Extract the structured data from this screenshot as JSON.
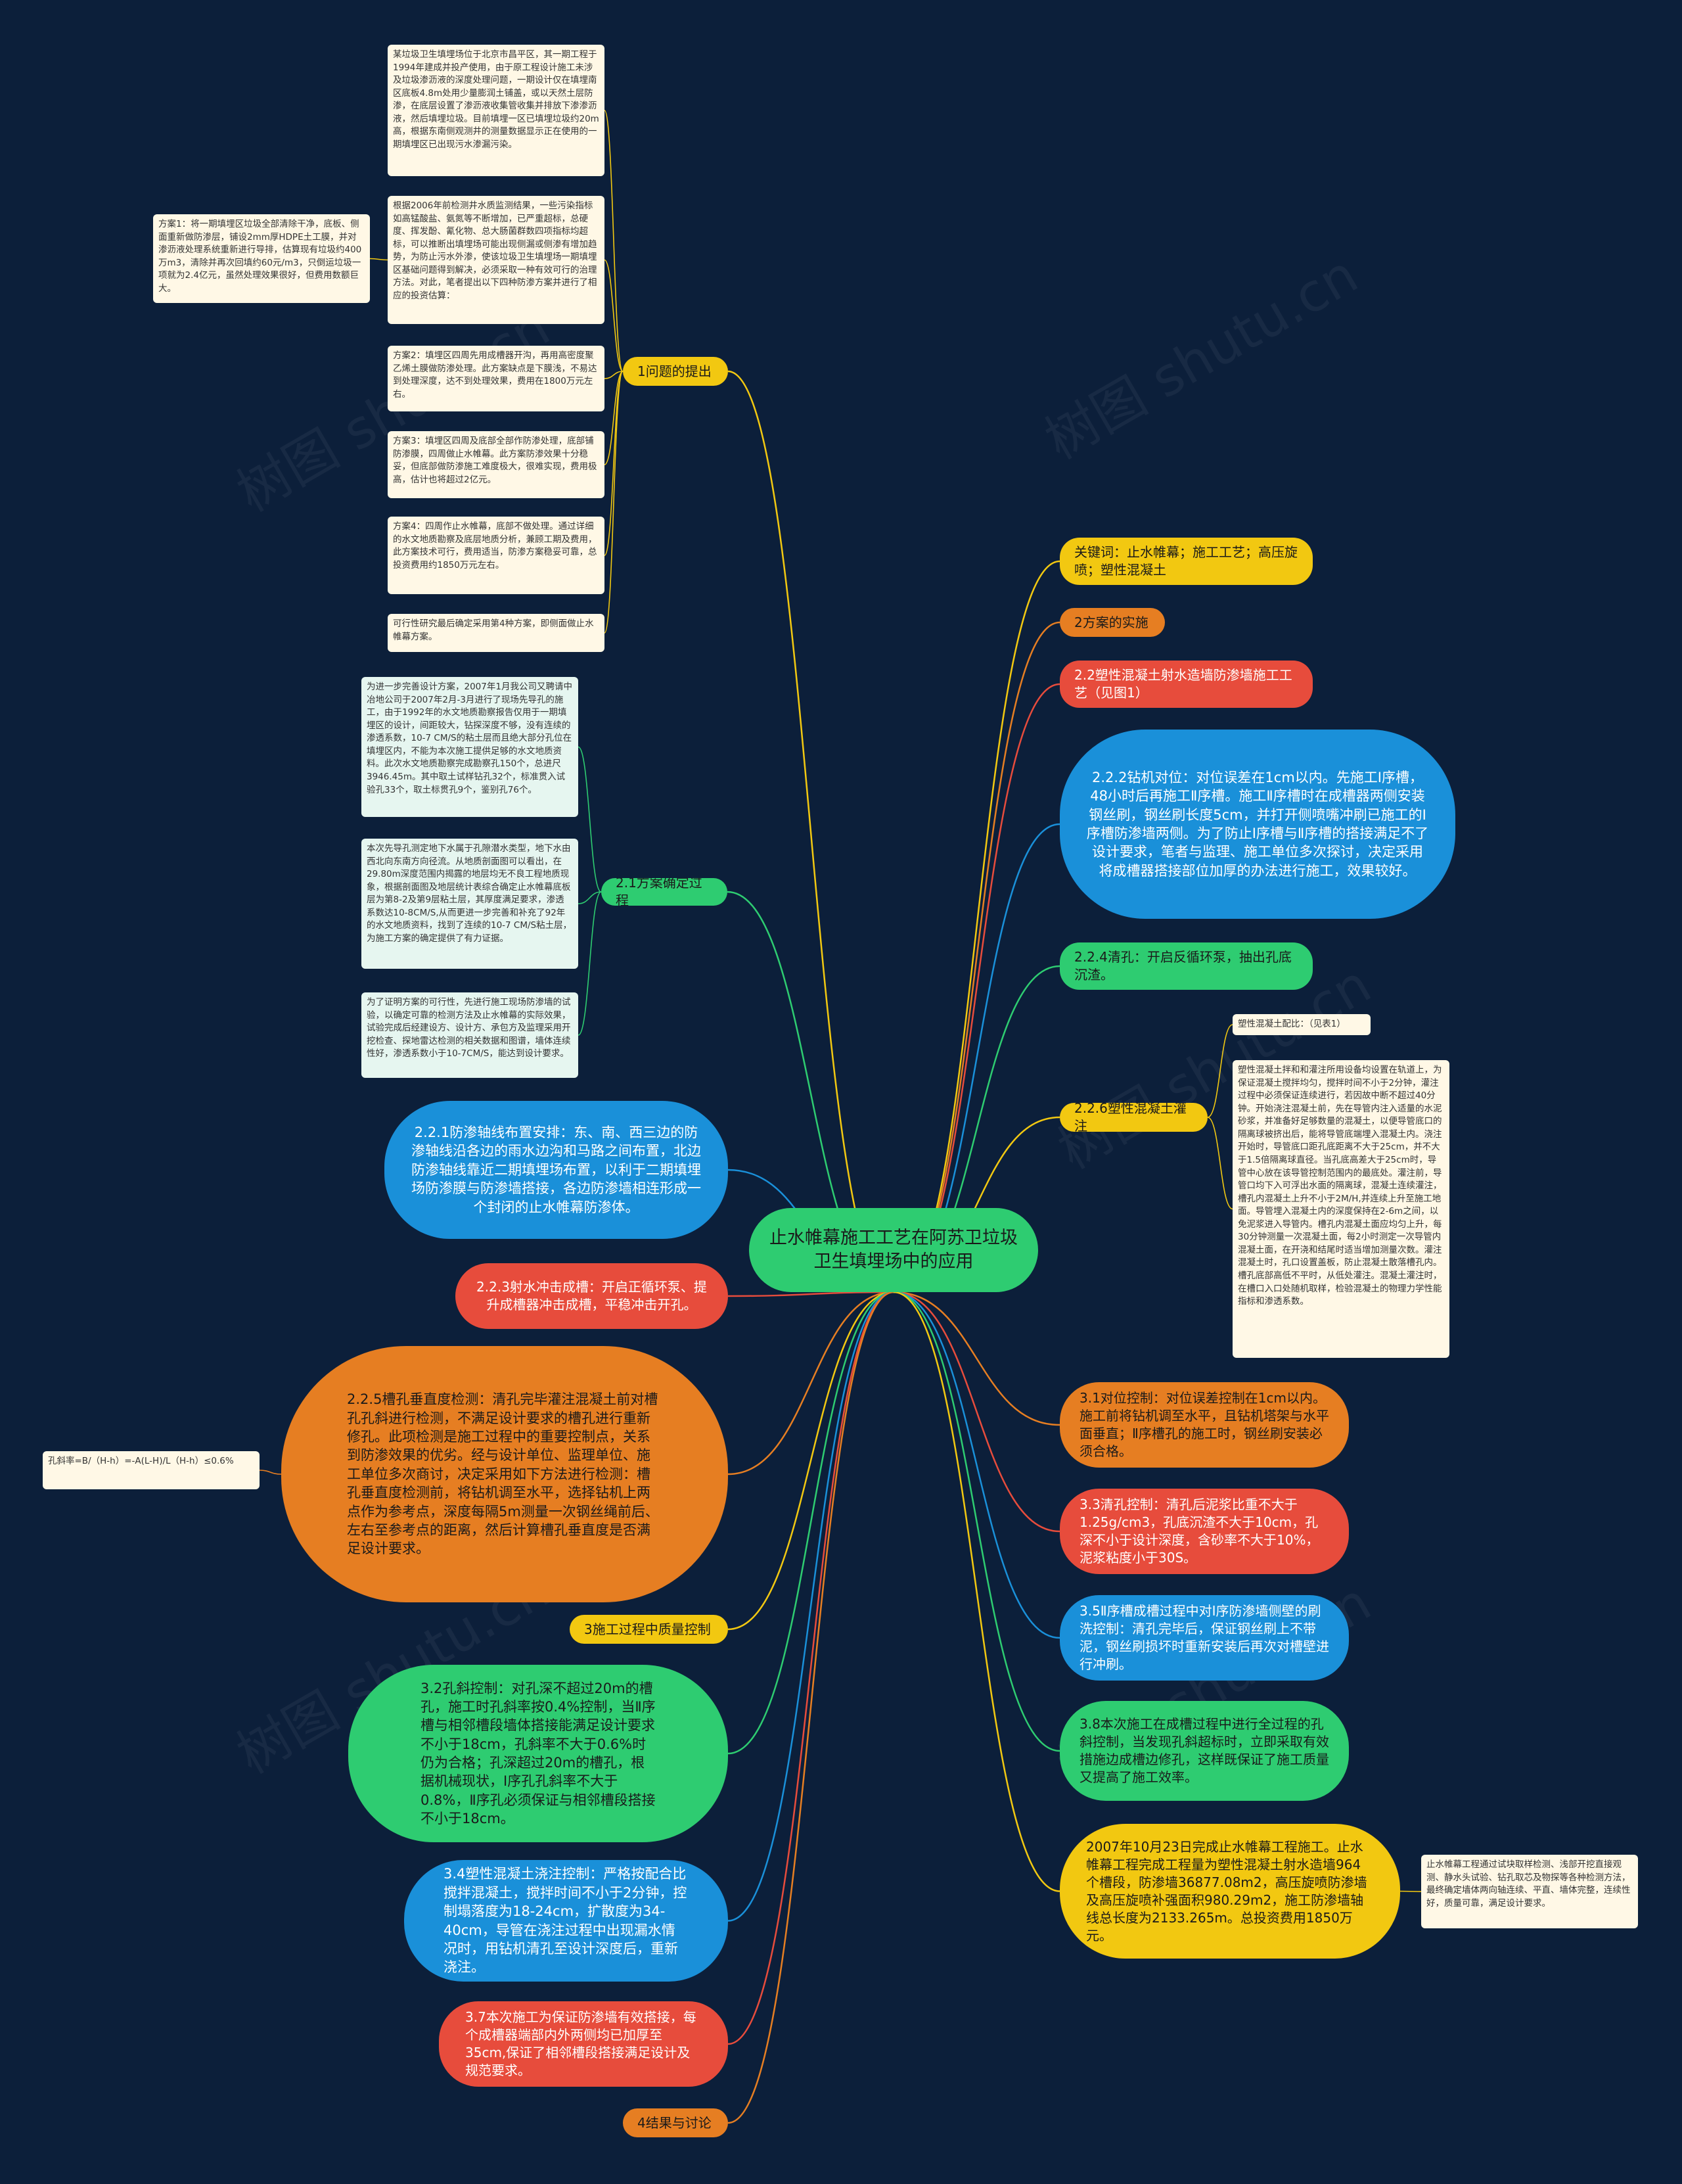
{
  "center": {
    "text": "止水帷幕施工工艺在阿苏卫垃圾卫生填埋场中的应用",
    "color": "#2ecc71"
  },
  "branches": {
    "b1": "1问题的提出",
    "b_kw": "关键词：止水帷幕；施工工艺；高压旋喷；塑性混凝土",
    "b2": "2方案的实施",
    "b22": "2.2塑性混凝土射水造墙防渗墙施工工艺（见图1）",
    "b222": "2.2.2钻机对位：对位误差在1cm以内。先施工Ⅰ序槽，48小时后再施工Ⅱ序槽。施工Ⅱ序槽时在成槽器两侧安装钢丝刷，钢丝刷长度5cm，并打开侧喷嘴冲刷已施工的Ⅰ序槽防渗墙两侧。为了防止Ⅰ序槽与Ⅱ序槽的搭接满足不了设计要求，笔者与监理、施工单位多次探讨，决定采用将成槽器搭接部位加厚的办法进行施工，效果较好。",
    "b224": "2.2.4清孔：开启反循环泵，抽出孔底沉渣。",
    "b226": "2.2.6塑性混凝土灌注",
    "b31": "3.1对位控制：对位误差控制在1cm以内。施工前将钻机调至水平，且钻机塔架与水平面垂直；Ⅱ序槽孔的施工时，钢丝刷安装必须合格。",
    "b33": "3.3清孔控制：清孔后泥浆比重不大于1.25g/cm3，孔底沉渣不大于10cm，孔深不小于设计深度，含砂率不大于10%，泥浆粘度小于30S。",
    "b35": "3.5Ⅱ序槽成槽过程中对Ⅰ序防渗墙侧壁的刷洗控制：清孔完毕后，保证钢丝刷上不带泥，钢丝刷损坏时重新安装后再次对槽壁进行冲刷。",
    "b38": "3.8本次施工在成槽过程中进行全过程的孔斜控制，当发现孔斜超标时，立即采取有效措施边成槽边修孔，这样既保证了施工质量又提高了施工效率。",
    "b_res": "2007年10月23日完成止水帷幕工程施工。止水帷幕工程完成工程量为塑性混凝土射水造墙964个槽段，防渗墙36877.08m2，高压旋喷防渗墙及高压旋喷补强面积980.29m2，施工防渗墙轴线总长度为2133.265m。总投资费用1850万元。",
    "b21": "2.1方案确定过程",
    "b221": "2.2.1防渗轴线布置安排：东、南、西三边的防渗轴线沿各边的雨水边沟和马路之间布置，北边防渗轴线靠近二期填埋场布置，以利于二期填埋场防渗膜与防渗墙搭接，各边防渗墙相连形成一个封闭的止水帷幕防渗体。",
    "b223": "2.2.3射水冲击成槽：开启正循环泵、提升成槽器冲击成槽，平稳冲击开孔。",
    "b225": "2.2.5槽孔垂直度检测：清孔完毕灌注混凝土前对槽孔孔斜进行检测，不满足设计要求的槽孔进行重新修孔。此项检测是施工过程中的重要控制点，关系到防渗效果的优劣。经与设计单位、监理单位、施工单位多次商讨，决定采用如下方法进行检测：槽孔垂直度检测前，将钻机调至水平，选择钻机上两点作为参考点，深度每隔5m测量一次钢丝绳前后、左右至参考点的距离，然后计算槽孔垂直度是否满足设计要求。",
    "b3": "3施工过程中质量控制",
    "b32": "3.2孔斜控制：对孔深不超过20m的槽孔，施工时孔斜率按0.4%控制，当Ⅱ序槽与相邻槽段墙体搭接能满足设计要求不小于18cm，孔斜率不大于0.6%时仍为合格；孔深超过20m的槽孔，根据机械现状，Ⅰ序孔孔斜率不大于0.8%，Ⅱ序孔必须保证与相邻槽段搭接不小于18cm。",
    "b34": "3.4塑性混凝土浇注控制：严格按配合比搅拌混凝土，搅拌时间不小于2分钟，控制塌落度为18-24cm，扩散度为34-40cm，导管在浇注过程中出现漏水情况时，用钻机清孔至设计深度后，重新浇注。",
    "b37": "3.7本次施工为保证防渗墙有效搭接，每个成槽器端部内外两侧均已加厚至35cm,保证了相邻槽段搭接满足设计及规范要求。",
    "b4": "4结果与讨论"
  },
  "notes": {
    "n1a": "某垃圾卫生填埋场位于北京市昌平区，其一期工程于1994年建成并投产使用，由于原工程设计施工未涉及垃圾渗沥液的深度处理问题，一期设计仅在填埋南区底板4.8m处用少量膨润土铺盖，或以天然土层防渗，在底层设置了渗沥液收集管收集并排放下渗渗沥液，然后填埋垃圾。目前填埋一区已填埋垃圾约20m高，根据东南侧观测井的测量数据显示正在使用的一期填埋区已出现污水渗漏污染。",
    "n1b": "根据2006年前检测井水质监测结果，一些污染指标如高锰酸盐、氨氮等不断增加，已严重超标，总硬度、挥发酚、氰化物、总大肠菌群数四项指标均超标，可以推断出填埋场可能出现侧漏或侧渗有增加趋势，为防止污水外渗，使该垃圾卫生填埋场一期填埋区基础问题得到解决，必须采取一种有效可行的治理方法。对此，笔者提出以下四种防渗方案并进行了相应的投资估算：",
    "n1c": "方案2：填埋区四周先用成槽器开沟，再用高密度聚乙烯土膜做防渗处理。此方案缺点是下膜浅，不易达到处理深度，达不到处理效果，费用在1800万元左右。",
    "n1d": "方案3：填埋区四周及底部全部作防渗处理，底部铺防渗膜，四周做止水帷幕。此方案防渗效果十分稳妥，但底部做防渗施工难度极大，很难实现，费用极高，估计也将超过2亿元。",
    "n1e": "方案4：四周作止水帷幕，底部不做处理。通过详细的水文地质勘察及底层地质分析，兼顾工期及费用，此方案技术可行，费用适当，防渗方案稳妥可靠，总投资费用约1850万元左右。",
    "n1f": "可行性研究最后确定采用第4种方案，即侧面做止水帷幕方案。",
    "n_left1": "方案1：将一期填埋区垃圾全部清除干净，底板、侧面重新做防渗层，铺设2mm厚HDPE土工膜，并对渗沥液处理系统重新进行导排，估算现有垃圾约400万m3，清除并再次回填约60元/m3，只倒运垃圾一项就为2.4亿元，虽然处理效果很好，但费用数额巨大。",
    "n21a": "为进一步完善设计方案，2007年1月我公司又聘请中冶地公司于2007年2月-3月进行了现场先导孔的施工，由于1992年的水文地质勘察报告仅用于一期填埋区的设计，间距较大，钻探深度不够，没有连续的渗透系数，10-7 CM/S的粘土层而且绝大部分孔位在填埋区内，不能为本次施工提供足够的水文地质资料。此次水文地质勘察完成勘察孔150个，总进尺3946.45m。其中取土试样钻孔32个，标准贯入试验孔33个，取土标贯孔9个，鉴别孔76个。",
    "n21b": "本次先导孔测定地下水属于孔隙潜水类型，地下水由西北向东南方向径流。从地质剖面图可以看出，在29.80m深度范围内揭露的地层均无不良工程地质现象，根据剖面图及地层统计表综合确定止水帷幕底板层为第8-2及第9层粘土层，其厚度满足要求，渗透系数达10-8CM/S,从而更进一步完善和补充了92年的水文地质资料，找到了连续的10-7 CM/S粘土层，为施工方案的确定提供了有力证据。",
    "n21c": "为了证明方案的可行性，先进行施工现场防渗墙的试验，以确定可靠的检测方法及止水帷幕的实际效果，试验完成后经建设方、设计方、承包方及监理采用开挖检查、探地雷达检测的相关数据和图谱，墙体连续性好，渗透系数小于10-7CM/S，能达到设计要求。",
    "n226a": "塑性混凝土配比：（见表1）",
    "n226b": "塑性混凝土拌和和灌注所用设备均设置在轨道上，为保证混凝土搅拌均匀，搅拌时间不小于2分钟，灌注过程中必须保证连续进行，若因故中断不超过40分钟。开始浇注混凝土前，先在导管内注入适量的水泥砂浆，并准备好足够数量的混凝土，以便导管底口的隔离球被挤出后，能将导管底端埋入混凝土内。浇注开始时，导管底口距孔底距离不大于25cm，并不大于1.5倍隔离球直径。当孔底高差大于25cm时，导管中心放在该导管控制范围内的最底处。灌注前，导管口均下入可浮出水面的隔离球，混凝土连续灌注，槽孔内混凝土上升不小于2M/H,并连续上升至施工地面。导管埋入混凝土内的深度保持在2-6m之间，以免泥浆进入导管内。槽孔内混凝土面应均匀上升，每30分钟测量一次混凝土面，每2小时测定一次导管内混凝土面，在开浇和结尾时适当增加测量次数。灌注混凝土时，孔口设置盖板，防止混凝土散落槽孔内。槽孔底部高低不平时，从低处灌注。混凝土灌注时，在槽口入口处随机取样，检验混凝土的物理力学性能指标和渗透系数。",
    "n225": "孔斜率=B/（H-h）=-A(L-H)/L（H-h）≤0.6%",
    "n_res": "止水帷幕工程通过试块取样检测、浅部开挖直接观测、静水头试验、钻孔取芯及物探等各种检测方法，最终确定墙体两向轴连续、平直、墙体完整，连续性好，质量可靠，满足设计要求。"
  },
  "colors": {
    "yellow": "#f2c811",
    "orange": "#e67e22",
    "red": "#e74c3c",
    "blue": "#1a90d9",
    "green": "#2ecc71",
    "navy": "#0c1f3a"
  },
  "watermark": "树图 shutu.cn"
}
